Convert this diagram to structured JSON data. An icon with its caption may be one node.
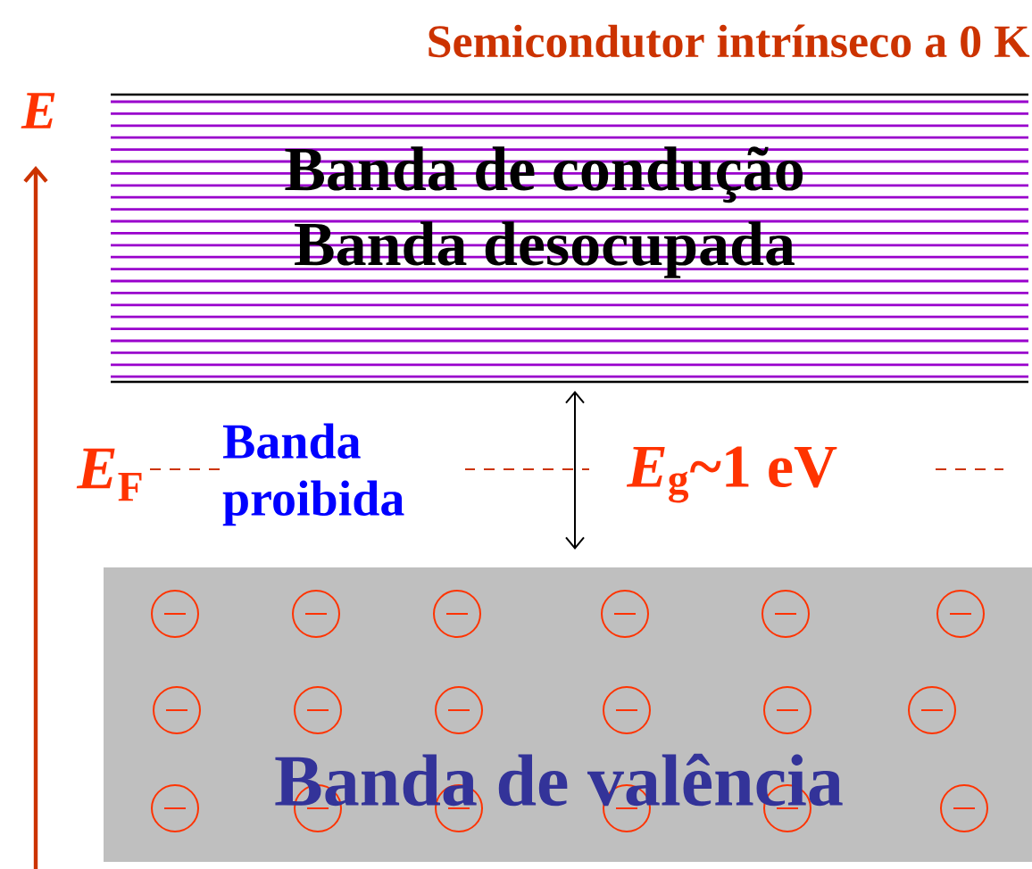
{
  "diagram": {
    "title": "Semicondutor intrínseco a 0 K",
    "nodes": [
      {
        "text": [
          "Banda de condução",
          "Banda desocupada"
        ]
      },
      {
        "text": [
          "Banda de valência"
        ]
      }
    ],
    "labels": [
      "*E*",
      "*E*$_{F}$",
      "Banda proibida",
      "*E*$_{g}$~1 eV"
    ]
  }
}
